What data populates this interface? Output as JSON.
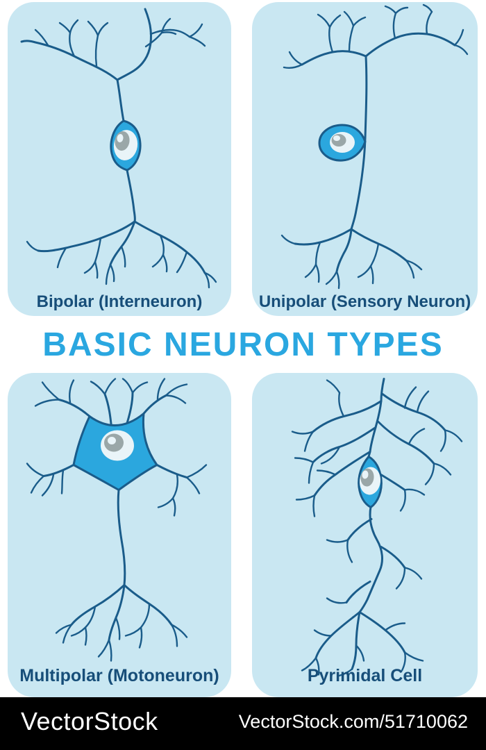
{
  "title": "BASIC NEURON TYPES",
  "panels": [
    {
      "id": "bipolar",
      "label": "Bipolar (Interneuron)"
    },
    {
      "id": "unipolar",
      "label": "Unipolar (Sensory Neuron)"
    },
    {
      "id": "multipolar",
      "label": "Multipolar (Motoneuron)"
    },
    {
      "id": "pyramidal",
      "label": "Pyrimidal Cell"
    }
  ],
  "watermark": {
    "brand": "VectorStock",
    "url_text": "VectorStock.com/51710062"
  },
  "colors": {
    "panel_bg": "#c9e7f2",
    "neuron_line": "#1a5c8a",
    "soma_fill": "#2ba7de",
    "nucleus_white": "#e9f4f8",
    "nucleolus_gray": "#9aa7a8",
    "label_text": "#174e79",
    "title_text": "#2aa7e0",
    "watermark_bg": "#000000",
    "watermark_text": "#ffffff"
  }
}
